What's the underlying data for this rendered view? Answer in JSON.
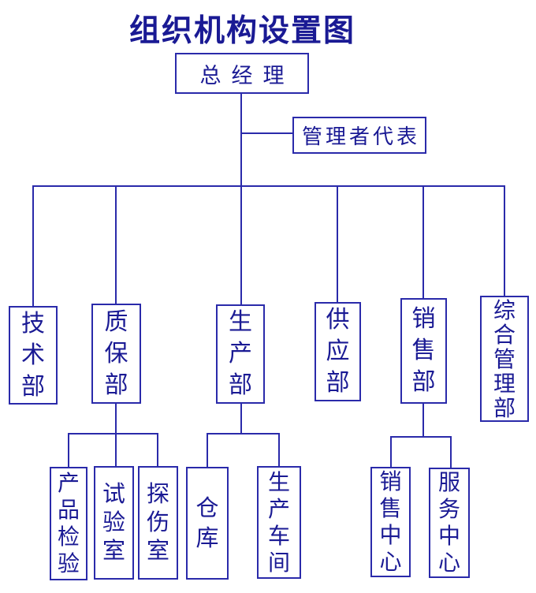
{
  "title": "组织机构设置图",
  "colors": {
    "ink": "#1a1a94",
    "line": "#2a2aaa",
    "background": "#ffffff"
  },
  "org": {
    "root": {
      "label": "总经理"
    },
    "representative": {
      "label": "管理者代表"
    },
    "departments": [
      {
        "label": "技术部",
        "children": []
      },
      {
        "label": "质保部",
        "children": [
          {
            "label": "产品检验"
          },
          {
            "label": "试验室"
          },
          {
            "label": "探伤室"
          }
        ]
      },
      {
        "label": "生产部",
        "children": [
          {
            "label": "仓库"
          },
          {
            "label": "生产车间"
          }
        ]
      },
      {
        "label": "供应部",
        "children": []
      },
      {
        "label": "销售部",
        "children": [
          {
            "label": "销售中心"
          },
          {
            "label": "服务中心"
          }
        ]
      },
      {
        "label": "综合管理部",
        "children": []
      }
    ]
  }
}
